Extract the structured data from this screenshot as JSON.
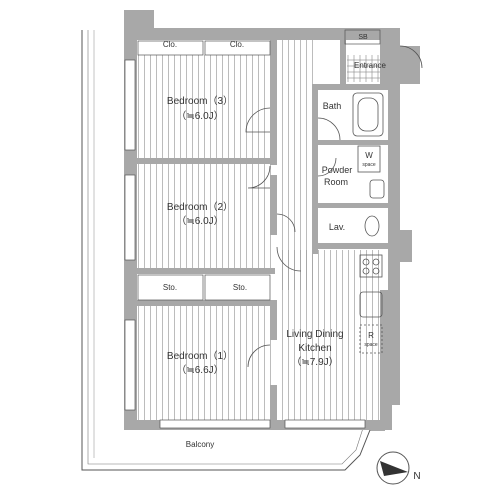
{
  "labels": {
    "clo1": "Clo.",
    "clo2": "Clo.",
    "sb": "SB",
    "entrance": "Entrance",
    "bed3_name": "Bedroom（3）",
    "bed3_size": "（≒6.0J）",
    "bath": "Bath",
    "w": "W",
    "w_space": "space",
    "powder_1": "Powder",
    "powder_2": "Room",
    "bed2_name": "Bedroom（2）",
    "bed2_size": "（≒6.0J）",
    "lav": "Lav.",
    "sto1": "Sto.",
    "sto2": "Sto.",
    "ldk_1": "Living Dining",
    "ldk_2": "Kitchen",
    "ldk_size": "（≒7.9J）",
    "r": "R",
    "r_space": "space",
    "bed1_name": "Bedroom（1）",
    "bed1_size": "（≒6.6J）",
    "balcony": "Balcony",
    "north": "N"
  },
  "colors": {
    "wall": "#a8a8a8",
    "line": "#555555",
    "floor_line": "#9a9a9a",
    "text": "#333333"
  }
}
